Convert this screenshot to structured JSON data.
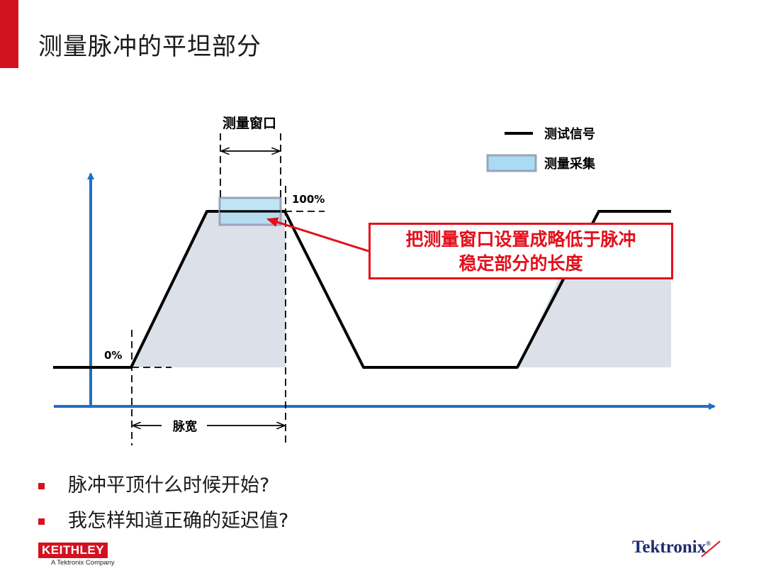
{
  "page": {
    "title": "测量脉冲的平坦部分"
  },
  "diagram": {
    "measure_window_label": "测量窗口",
    "label_100": "100%",
    "label_0": "0%",
    "pulse_width_label": "脉宽",
    "legend": {
      "signal": "测试信号",
      "acquisition": "测量采集"
    },
    "callout": {
      "line1": "把测量窗口设置成略低于脉冲",
      "line2": "稳定部分的长度"
    }
  },
  "bullets": [
    "脉冲平顶什么时候开始?",
    "我怎样知道正确的延迟值?"
  ],
  "logos": {
    "keithley": "KEITHLEY",
    "keithley_sub": "A Tektronix Company",
    "tektronix": "Tektronix",
    "tektronix_mark": "®"
  },
  "colors": {
    "accent": "#d3121f",
    "axis": "#1f6fc4",
    "fill": "#dce0e8",
    "acquisition": "#a9dcf2",
    "callout": "#e3101c"
  }
}
